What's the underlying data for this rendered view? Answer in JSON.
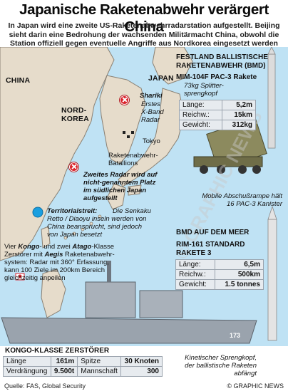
{
  "header": {
    "title": "Japanische Raketenabwehr verärgert China",
    "intro": "In Japan wird eine zweite US-Raketenabwehrradarstation aufgestellt. Beijing sieht darin eine Bedrohung der wachsenden Militärmacht China, obwohl die Station offiziell gegen eventuelle Angriffe aus Nordkorea eingesetzt werden soll"
  },
  "map": {
    "countries": {
      "china": "CHINA",
      "nordkorea_1": "NORD-",
      "nordkorea_2": "KOREA",
      "japan": "JAPAN"
    },
    "shariki": {
      "name": "Shariki",
      "line1": "Erstes",
      "line2": "X-Band",
      "line3": "Radar"
    },
    "tokyo": "Tokyo",
    "battalions": {
      "line1": "Raketenabwehr-",
      "line2": "Batallions"
    },
    "second_radar": {
      "line1": "Zweites Radar wird auf",
      "line2": "nicht-genanntem Platz",
      "line3": "im südlichen Japan",
      "line4": "aufgestellt"
    },
    "dispute": {
      "label": "Territorialstreit:",
      "line1": "Die Senkaku",
      "line2": "Retto / Diaoyu inseln werden von",
      "line3": "China beansprucht, sind jedoch",
      "line4": "von Japan besetzt"
    }
  },
  "land_missile": {
    "title_line1": "Festland Ballistische",
    "title_line2": "Raketenabwehr (BMD)",
    "model": "MIM-104F PAC-3 Rakete",
    "desc_line1": "73kg Splitter-",
    "desc_line2": "sprengkopf",
    "specs": [
      {
        "label": "Länge:",
        "value": "5,2m"
      },
      {
        "label": "Reichw.:",
        "value": "15km"
      },
      {
        "label": "Gewicht:",
        "value": "312kg"
      }
    ],
    "launcher_line1": "Mobile Abschußrampe hält",
    "launcher_line2": "16 PAC-3 Kanister"
  },
  "sea_missile": {
    "title": "BMD Auf dem Meer",
    "model_line1": "RIM-161 Standard",
    "model_line2": "Rakete 3",
    "specs": [
      {
        "label": "Länge:",
        "value": "6,5m"
      },
      {
        "label": "Reichw.:",
        "value": "500km"
      },
      {
        "label": "Gewicht:",
        "value": "1.5 tonnes"
      }
    ],
    "warhead_line1": "Kinetischer Sprengkopf,",
    "warhead_line2": "der ballistische Raketen",
    "warhead_line3": "abfängt"
  },
  "destroyer": {
    "desc_a": "Vier",
    "desc_kongo": "Kongo",
    "desc_b": "- und zwei",
    "desc_atago": "Atago",
    "desc_c": "-Klasse",
    "desc_line2a": "Zerstörer mit",
    "desc_aegis": "Aegis",
    "desc_line2b": "Raketenabwehr-",
    "desc_line3": "system: Radar mit 360° Erfassung,",
    "desc_line4": "kann 100 Ziele im 200km Bereich",
    "desc_line5": "gleichzeitig anpeilen",
    "hull_number": "173",
    "table_title": "Kongo-Klasse Zerstörer",
    "specs": [
      {
        "label": "Länge",
        "value": "161m",
        "label2": "Spitze",
        "value2": "30 Knoten"
      },
      {
        "label": "Verdrängung",
        "value": "9.500t",
        "label2": "Mannschaft",
        "value2": "300"
      }
    ]
  },
  "footer": {
    "source": "Quelle: FAS, Global Security",
    "credit": "© GRAPHIC NEWS"
  },
  "watermark": "© GRAPHIC NEWS",
  "colors": {
    "sea": "#bfe2f4",
    "land": "#e6dccb",
    "coast": "#8a8073",
    "marker": "#d9232b",
    "dispute": "#1a9fe0",
    "table": "#e7ebef"
  },
  "icons": [
    "radar-marker-icon",
    "radar-marker-icon",
    "battalion-square-icon",
    "dispute-circle-icon"
  ]
}
